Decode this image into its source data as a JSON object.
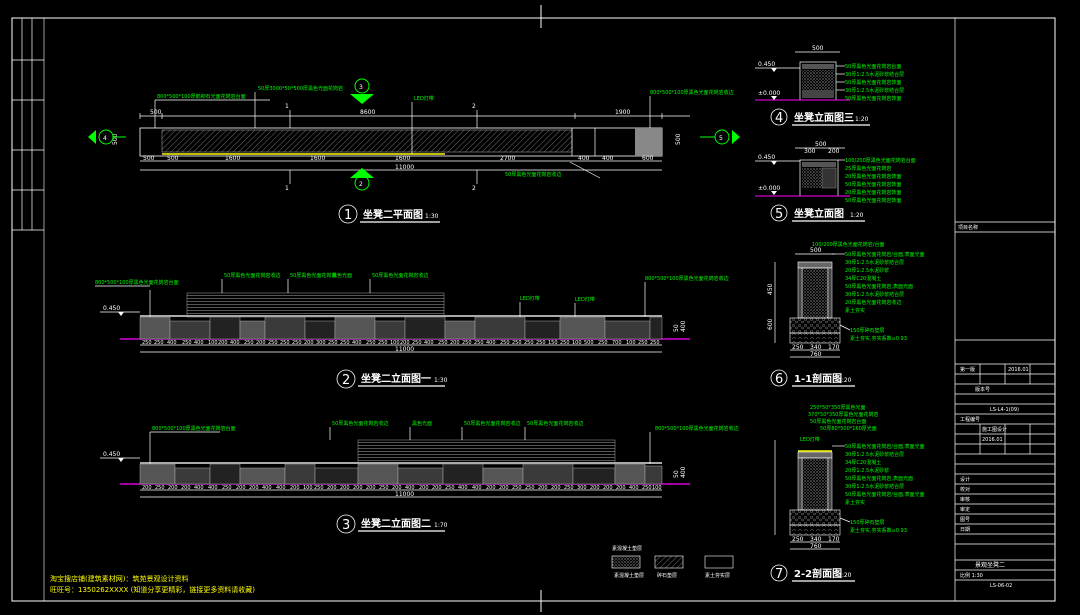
{
  "plan": {
    "title": "坐凳二平面图",
    "scale": "1:30",
    "number": "1",
    "top_dims": [
      "500",
      "8600",
      "1900"
    ],
    "bottom_dims": [
      "500",
      "500",
      "1600",
      "1600",
      "1600",
      "2700",
      "400",
      "400",
      "600"
    ],
    "total": "11000",
    "side_dim": "500",
    "labels": [
      "800*500*100厚鹅卵石光面花岗岩台面",
      "50厚3000*50*500厚黑色光面花岗岩",
      "LED灯带",
      "800*500*100厚黑色光面花岗岩收边",
      "50厚黑色光面花岗岩收边"
    ],
    "markers": [
      "1",
      "2",
      "1",
      "2"
    ],
    "section_marks": {
      "top": "3",
      "bottom": "2",
      "left": "4",
      "right": "5"
    }
  },
  "elev1": {
    "title": "坐凳二立面图一",
    "scale": "1:30",
    "number": "2",
    "height_label": "0.450",
    "dims": [
      "250",
      "250",
      "400",
      "250",
      "400",
      "100",
      "200",
      "400",
      "250",
      "200",
      "250",
      "250",
      "250",
      "200",
      "300",
      "250",
      "250",
      "400",
      "250",
      "250",
      "100",
      "200",
      "250",
      "400",
      "250",
      "200",
      "250",
      "250",
      "400",
      "250",
      "250",
      "250",
      "250",
      "150",
      "250",
      "100",
      "500",
      "250",
      "700",
      "100",
      "250",
      "250",
      "400",
      "250"
    ],
    "total": "11000",
    "labels": [
      "800*500*100厚黑色光面花岗岩台面",
      "50厚黑色光面花岗岩收边",
      "50厚黑色光面花岗岩",
      "黑色光面",
      "50厚黑色光面花岗岩收边",
      "LED灯带",
      "LED灯带",
      "800*500*100厚黑色光面花岗岩收边"
    ],
    "right_dims": [
      "50",
      "400"
    ]
  },
  "elev2": {
    "title": "坐凳二立面图二",
    "scale": "1:70",
    "number": "3",
    "height_label": "0.450",
    "dims": [
      "200",
      "250",
      "200",
      "200",
      "400",
      "400",
      "250",
      "200",
      "200",
      "400",
      "400",
      "200",
      "100",
      "250",
      "200",
      "200",
      "200",
      "200",
      "250",
      "200",
      "400",
      "200",
      "200",
      "250",
      "400",
      "400",
      "200",
      "200",
      "250",
      "250",
      "200",
      "200",
      "250",
      "300",
      "200",
      "200",
      "200",
      "400",
      "250",
      "100",
      "700"
    ],
    "total": "11000",
    "labels": [
      "800*500*100厚黑色光面花岗岩台面",
      "50厚黑色光面花岗岩收边",
      "黑色光面",
      "50厚黑色光面花岗岩收边",
      "50厚黑色光面花岗岩收边",
      "800*500*100厚黑色光面花岗岩收边"
    ],
    "right_dims": [
      "50",
      "400"
    ]
  },
  "det4": {
    "number": "4",
    "title": "坐凳立面图三",
    "scale": "1:20",
    "top_dim": "500",
    "levels": [
      "0.450",
      "±0.000"
    ],
    "labels": [
      "50厚黑色光面花岗岩台面",
      "30厚1:2.5水泥砂浆结合层",
      "50厚黑色光面花岗岩饰面",
      "30厚1:2.5水泥砂浆结合层",
      "50厚黑色光面花岗岩饰面"
    ]
  },
  "det5": {
    "number": "5",
    "title": "坐凳立面图",
    "scale": "1:20",
    "top_dims": [
      "500",
      "300",
      "200"
    ],
    "levels": [
      "0.450",
      "±0.000"
    ],
    "labels": [
      "100/200厚黑色光面花岗岩台面",
      "25厚黑色光面花岗岩",
      "20厚黑色光面花岗岩饰面",
      "50厚黑色光面花岗岩饰面",
      "20厚黑色光面花岗岩饰面",
      "50厚黑色光面花岗岩饰面"
    ]
  },
  "det6": {
    "number": "6",
    "title": "1-1剖面图",
    "scale": "1:20",
    "top_dim": "100/200厚黑色光面花岗岩/台面",
    "width_dim": "500",
    "bottom_dims": [
      "250",
      "340",
      "170"
    ],
    "bottom_total": "760",
    "left_dims": [
      "450",
      "600"
    ],
    "labels": [
      "50厚黑色光面花岗岩/台面,表面光面",
      "30厚1:2.5水泥砂浆结合层",
      "20厚1:2.5水泥砂浆",
      "34厚C20混凝土",
      "50厚黑色光面花岗岩,表面光面",
      "30厚1:2.5水泥砂浆结合层",
      "20厚黑色光面花岗岩收边",
      "素土夯实",
      "150厚碎石垫层",
      "素土夯实,夯实系数≥0.93"
    ]
  },
  "det7": {
    "number": "7",
    "title": "2-2剖面图",
    "scale": "1:20",
    "bottom_dims": [
      "250",
      "340",
      "170"
    ],
    "bottom_total": "760",
    "top_dims": [
      "250*50*350厚黑色光面",
      "370*50*350厚黑色光面花岗岩",
      "50厚黑色光面花岗岩台面",
      "50厚80*500*160厚光面"
    ],
    "labels": [
      "LED灯带",
      "50厚黑色光面花岗岩/台面,表面光面",
      "30厚1:2.5水泥砂浆结合层",
      "34厚C20混凝土",
      "20厚1:2.5水泥砂浆",
      "50厚黑色光面花岗岩,表面光面",
      "30厚1:2.5水泥砂浆结合层",
      "50厚黑色光面花岗岩/台面,表面光面",
      "素土夯实",
      "150厚碎石垫层",
      "素土夯实,夯实系数≥0.93"
    ]
  },
  "legend": {
    "labels": [
      "素混凝土垫层",
      "碎石垫层",
      "素土夯实层"
    ]
  },
  "footer": {
    "line1": "淘宝搜店铺(建筑素材网)：筑苑景观设计资料",
    "line2": "旺旺号：1350262XXXX (知道分享更精彩，链接更多资料请收藏)"
  },
  "title_block": {
    "project": "项目名称",
    "date1": "2016.01",
    "sheet_no": "LS-L4-1(09)",
    "phase": "施工图设计",
    "date2": "2016.01",
    "drawing_name": "景观坐凳二",
    "rows": [
      "第一版",
      "版本号",
      "工程编号",
      "设计",
      "校对",
      "审核",
      "审定",
      "图号",
      "日期"
    ],
    "scale_text": "比例 1:30",
    "footer_no": "LS-06-02"
  },
  "colors": {
    "background": "#000000",
    "lines": "#ffffff",
    "dim_text": "#ffffff",
    "label_green": "#00ff00",
    "label_yellow": "#ffff00",
    "magenta": "#ff00ff"
  }
}
